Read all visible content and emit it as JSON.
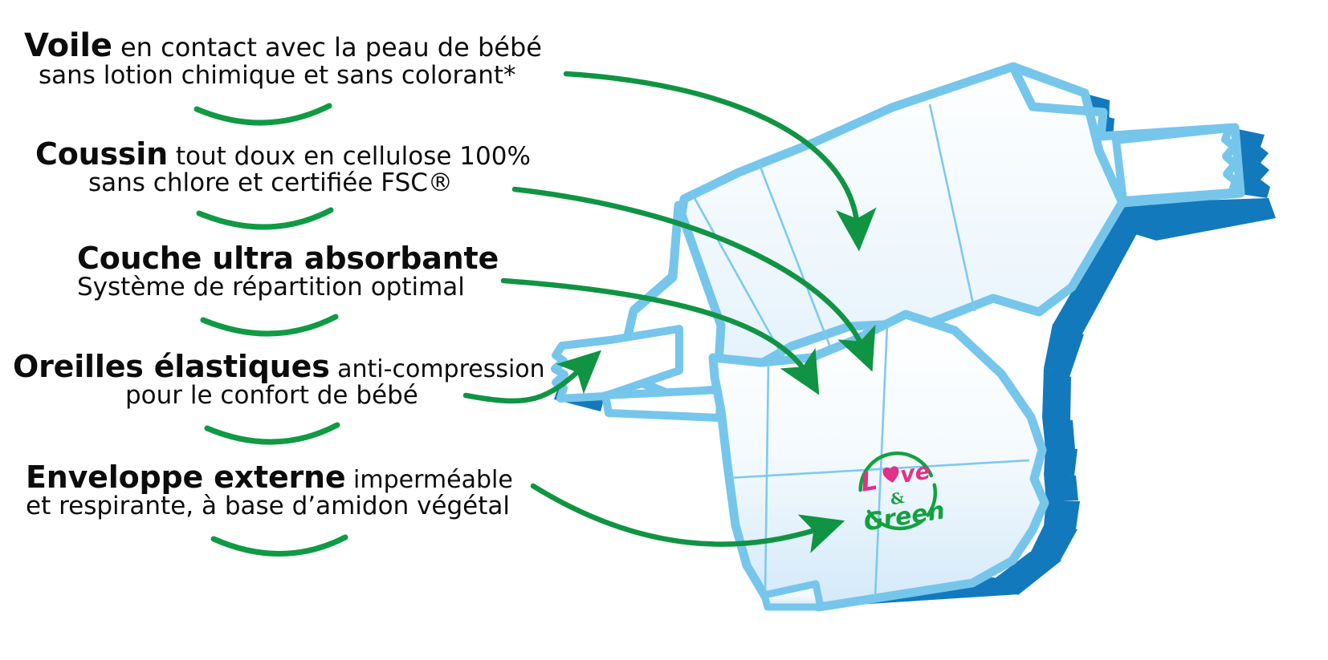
{
  "page": {
    "title": "Love & Green — anatomie de la couche",
    "language": "fr",
    "background": "#ffffff"
  },
  "colors": {
    "text": "#0c0c0c",
    "arrow_green": "#109443",
    "swoosh_green": "#0f9a43",
    "diaper_outline": "#76c6ec",
    "diaper_outline_thin": "#7ec9ee",
    "diaper_shadow": "#1379bd",
    "diaper_fill_top": "#ffffff",
    "diaper_fill_bottom": "#dceefa",
    "logo_pink": "#e0308a",
    "logo_green": "#14a03f"
  },
  "features": [
    {
      "id": "voile",
      "lead": "Voile",
      "rest": " en contact avec la peau de bébé",
      "line2": "sans lotion chimique et sans colorant*"
    },
    {
      "id": "coussin",
      "lead": "Coussin",
      "rest": " tout doux en cellulose 100%",
      "line2": "sans chlore et certifiée FSC®"
    },
    {
      "id": "couche-absorbante",
      "lead": "Couche ultra absorbante",
      "rest": "",
      "line2": "Système de répartition optimal"
    },
    {
      "id": "oreilles",
      "lead": "Oreilles élastiques",
      "rest": " anti-compression",
      "line2": "pour le confort de bébé"
    },
    {
      "id": "enveloppe",
      "lead": "Enveloppe externe",
      "rest": " imperméable",
      "line2": "et respirante, à base d’amidon végétal"
    }
  ],
  "logo": {
    "word_love": "L",
    "word_love_tail": "ve",
    "ampersand": "&",
    "word_green": "Green",
    "heart_icon": "heart-icon"
  },
  "illustration": {
    "name": "diaper-illustration",
    "alt": "Couche bébé vue de trois-quarts avec oreilles élastiques"
  },
  "arrows": [
    {
      "id": "arrow-voile",
      "from_feature": "voile",
      "points_to": "top-panel"
    },
    {
      "id": "arrow-coussin",
      "from_feature": "coussin",
      "points_to": "absorbent-core"
    },
    {
      "id": "arrow-couche",
      "from_feature": "couche-absorbante",
      "points_to": "inner-core"
    },
    {
      "id": "arrow-oreilles",
      "from_feature": "oreilles",
      "points_to": "left-elastic-ear"
    },
    {
      "id": "arrow-enveloppe",
      "from_feature": "enveloppe",
      "points_to": "outer-shell"
    }
  ]
}
